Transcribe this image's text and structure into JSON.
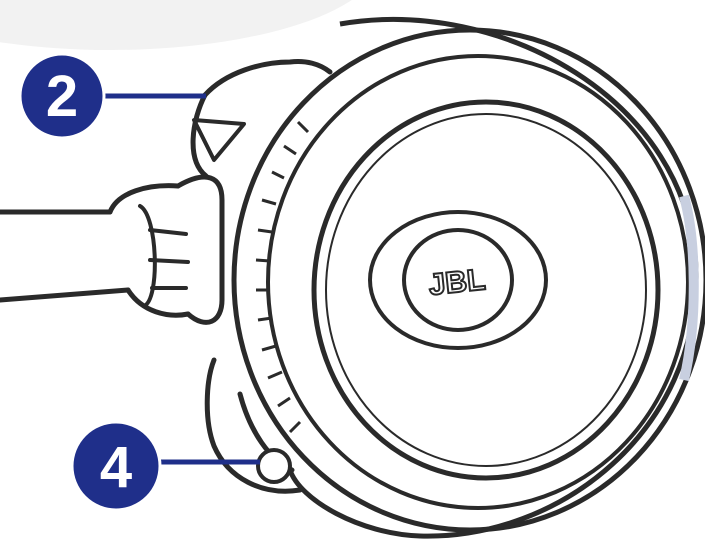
{
  "diagram": {
    "callouts": [
      {
        "number": "2",
        "part": "upper-control"
      },
      {
        "number": "4",
        "part": "lower-button"
      }
    ],
    "brand_logo": "JBL",
    "colors": {
      "callout_fill": "#1f2f8a",
      "callout_text": "#ffffff",
      "leader_line": "#1f2f8a",
      "line_art": "#2a2a2a",
      "background_disc": "#f2f2f2",
      "edge_shadow": "#c8cfe0"
    }
  }
}
